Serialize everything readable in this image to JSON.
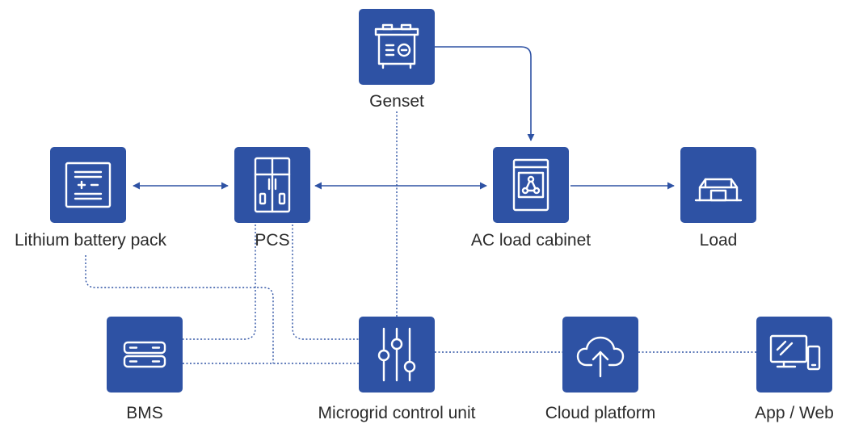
{
  "colors": {
    "node_fill": "#2e52a4",
    "connector": "#2e52a4",
    "icon_stroke": "#ffffff",
    "label_text": "#2b2b2b"
  },
  "nodes": {
    "genset": {
      "label": "Genset",
      "icon": "generator-icon"
    },
    "battery": {
      "label": "Lithium battery pack",
      "icon": "battery-icon"
    },
    "pcs": {
      "label": "PCS",
      "icon": "cabinet-icon"
    },
    "ac_cabinet": {
      "label": "AC load cabinet",
      "icon": "network-cabinet-icon"
    },
    "load": {
      "label": "Load",
      "icon": "building-icon"
    },
    "bms": {
      "label": "BMS",
      "icon": "server-icon"
    },
    "mcu": {
      "label": "Microgrid control unit",
      "icon": "sliders-icon"
    },
    "cloud": {
      "label": "Cloud platform",
      "icon": "cloud-upload-icon"
    },
    "app": {
      "label": "App / Web",
      "icon": "devices-icon"
    }
  },
  "connections": [
    {
      "from": "Lithium battery pack",
      "to": "PCS",
      "style": "solid",
      "arrows": "both"
    },
    {
      "from": "PCS",
      "to": "AC load cabinet",
      "style": "solid",
      "arrows": "both"
    },
    {
      "from": "Genset",
      "to": "AC load cabinet",
      "style": "solid",
      "arrows": "end"
    },
    {
      "from": "AC load cabinet",
      "to": "Load",
      "style": "solid",
      "arrows": "end"
    },
    {
      "from": "Genset",
      "to": "Microgrid control unit",
      "style": "dotted",
      "arrows": "none"
    },
    {
      "from": "PCS",
      "to": "Microgrid control unit",
      "style": "dotted",
      "arrows": "none"
    },
    {
      "from": "PCS",
      "to": "BMS",
      "style": "dotted",
      "arrows": "none"
    },
    {
      "from": "Lithium battery pack",
      "to": "BMS",
      "style": "dotted",
      "arrows": "none"
    },
    {
      "from": "BMS",
      "to": "Microgrid control unit",
      "style": "dotted",
      "arrows": "none"
    },
    {
      "from": "Microgrid control unit",
      "to": "Cloud platform",
      "style": "dotted",
      "arrows": "none"
    },
    {
      "from": "Cloud platform",
      "to": "App / Web",
      "style": "dotted",
      "arrows": "none"
    }
  ]
}
